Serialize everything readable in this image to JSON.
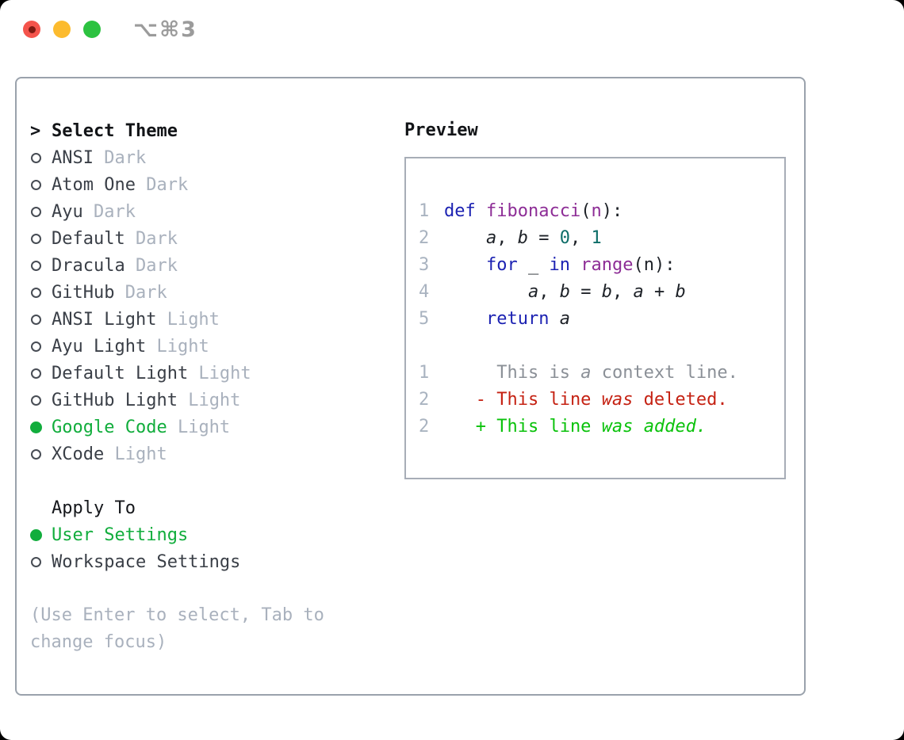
{
  "window": {
    "shortcut": "⌥⌘3",
    "traffic_lights": {
      "close_color": "#f4544c",
      "minimize_color": "#fcbb2e",
      "zoom_color": "#2cc240"
    }
  },
  "theme_picker": {
    "title_prefix": ">",
    "title": "Select Theme",
    "selection_color": "#11ad3c",
    "themes": [
      {
        "name": "ANSI",
        "variant": "Dark",
        "selected": false
      },
      {
        "name": "Atom One",
        "variant": "Dark",
        "selected": false
      },
      {
        "name": "Ayu",
        "variant": "Dark",
        "selected": false
      },
      {
        "name": "Default",
        "variant": "Dark",
        "selected": false
      },
      {
        "name": "Dracula",
        "variant": "Dark",
        "selected": false
      },
      {
        "name": "GitHub",
        "variant": "Dark",
        "selected": false
      },
      {
        "name": "ANSI Light",
        "variant": "Light",
        "selected": false
      },
      {
        "name": "Ayu Light",
        "variant": "Light",
        "selected": false
      },
      {
        "name": "Default Light",
        "variant": "Light",
        "selected": false
      },
      {
        "name": "GitHub Light",
        "variant": "Light",
        "selected": false
      },
      {
        "name": "Google Code",
        "variant": "Light",
        "selected": true
      },
      {
        "name": "XCode",
        "variant": "Light",
        "selected": false
      }
    ],
    "apply_to": {
      "title": "Apply To",
      "options": [
        {
          "label": "User Settings",
          "selected": true
        },
        {
          "label": "Workspace Settings",
          "selected": false
        }
      ]
    },
    "hint": "(Use Enter to select, Tab to change focus)"
  },
  "preview": {
    "title": "Preview",
    "token_styles": {
      "p": {
        "color": "#1d2127",
        "italic": false
      },
      "k": {
        "color": "#1c22b2",
        "italic": false
      },
      "f": {
        "color": "#8d2d96",
        "italic": false
      },
      "l": {
        "color": "#0d6d68",
        "italic": false
      },
      "v": {
        "color": "#1d2127",
        "italic": true
      },
      "x": {
        "color": "#8b9097",
        "italic": false
      },
      "xi": {
        "color": "#8b9097",
        "italic": true
      },
      "d": {
        "color": "#c52213",
        "italic": false
      },
      "di": {
        "color": "#c52213",
        "italic": true
      },
      "a": {
        "color": "#0ac20b",
        "italic": false
      },
      "ai": {
        "color": "#0ac20b",
        "italic": true
      }
    },
    "code_lines": [
      {
        "num": "1",
        "tokens": [
          [
            "def",
            "k"
          ],
          [
            " ",
            "p"
          ],
          [
            "fibonacci",
            "f"
          ],
          [
            "(",
            "p"
          ],
          [
            "n",
            "f"
          ],
          [
            "):",
            "p"
          ]
        ]
      },
      {
        "num": "2",
        "tokens": [
          [
            "    ",
            "p"
          ],
          [
            "a",
            "v"
          ],
          [
            ", ",
            "p"
          ],
          [
            "b",
            "v"
          ],
          [
            " = ",
            "p"
          ],
          [
            "0",
            "l"
          ],
          [
            ", ",
            "p"
          ],
          [
            "1",
            "l"
          ]
        ]
      },
      {
        "num": "3",
        "tokens": [
          [
            "    ",
            "p"
          ],
          [
            "for",
            "k"
          ],
          [
            " _ ",
            "p"
          ],
          [
            "in",
            "k"
          ],
          [
            " ",
            "p"
          ],
          [
            "range",
            "f"
          ],
          [
            "(n):",
            "p"
          ]
        ]
      },
      {
        "num": "4",
        "tokens": [
          [
            "        ",
            "p"
          ],
          [
            "a",
            "v"
          ],
          [
            ", ",
            "p"
          ],
          [
            "b",
            "v"
          ],
          [
            " = ",
            "p"
          ],
          [
            "b",
            "v"
          ],
          [
            ", ",
            "p"
          ],
          [
            "a",
            "v"
          ],
          [
            " + ",
            "p"
          ],
          [
            "b",
            "v"
          ]
        ]
      },
      {
        "num": "5",
        "tokens": [
          [
            "    ",
            "p"
          ],
          [
            "return",
            "k"
          ],
          [
            " ",
            "p"
          ],
          [
            "a",
            "v"
          ]
        ]
      },
      {
        "num": "",
        "tokens": []
      },
      {
        "num": "1",
        "tokens": [
          [
            "     ",
            "x"
          ],
          [
            "This is ",
            "x"
          ],
          [
            "a",
            "xi"
          ],
          [
            " context line.",
            "x"
          ]
        ]
      },
      {
        "num": "2",
        "tokens": [
          [
            "   - This line ",
            "d"
          ],
          [
            "was",
            "di"
          ],
          [
            " deleted.",
            "d"
          ]
        ]
      },
      {
        "num": "2",
        "tokens": [
          [
            "   + This line ",
            "a"
          ],
          [
            "was",
            "ai"
          ],
          [
            " ",
            "a"
          ],
          [
            "added.",
            "ai"
          ]
        ]
      }
    ]
  }
}
